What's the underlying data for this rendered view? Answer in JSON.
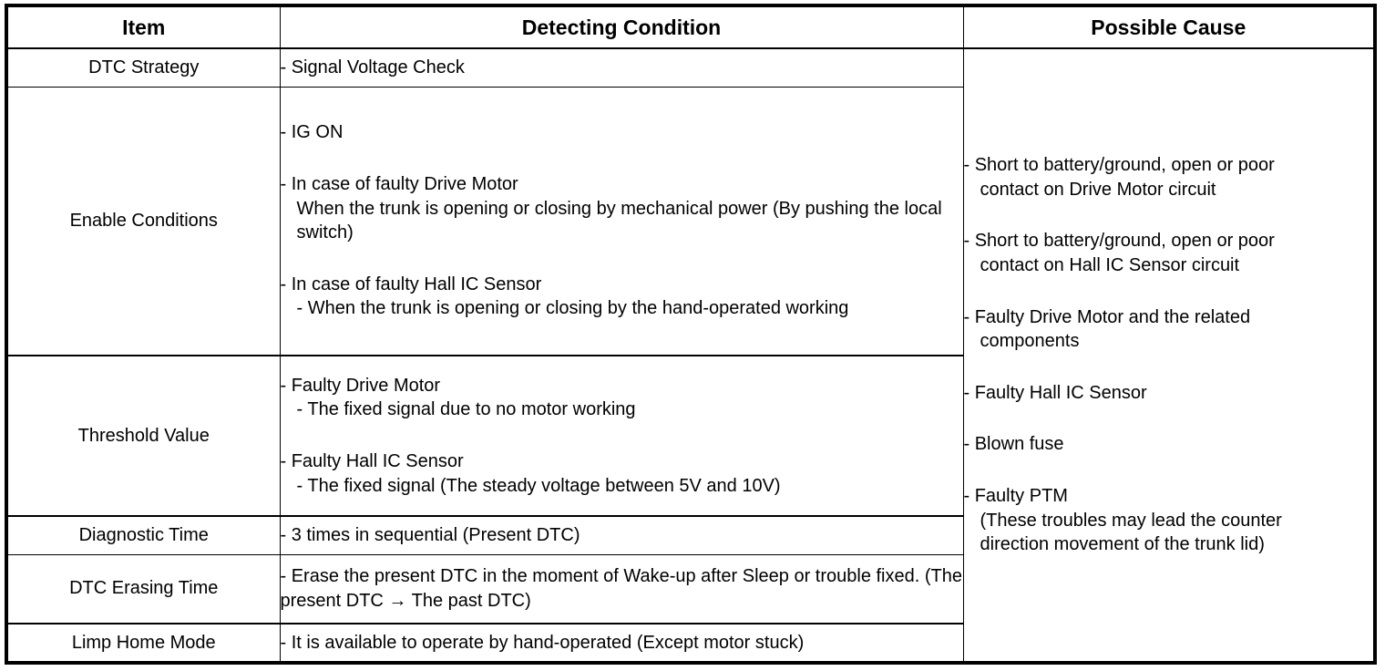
{
  "table": {
    "headers": {
      "item": "Item",
      "detecting_condition": "Detecting Condition",
      "possible_cause": "Possible Cause"
    },
    "rows": [
      {
        "item": "DTC Strategy",
        "condition": {
          "blocks": [
            {
              "bullet": "-  Signal Voltage Check",
              "lines": []
            }
          ]
        }
      },
      {
        "item": "Enable Conditions",
        "condition": {
          "blocks": [
            {
              "bullet": "-  IG ON",
              "lines": []
            },
            {
              "bullet": "-  In case of faulty Drive Motor",
              "lines": [
                "When the trunk is opening or closing by mechanical power (By pushing the local switch)"
              ]
            },
            {
              "bullet": "-  In case of faulty Hall IC Sensor",
              "lines": [
                "-  When the trunk is opening or closing by the hand-operated working"
              ]
            }
          ]
        }
      },
      {
        "item": "Threshold Value",
        "condition": {
          "blocks": [
            {
              "bullet": "-  Faulty Drive Motor",
              "lines": [
                "-  The fixed signal due to no motor working"
              ]
            },
            {
              "bullet": "-  Faulty Hall IC Sensor",
              "lines": [
                "-  The fixed signal (The steady voltage between 5V and 10V)"
              ]
            }
          ]
        }
      },
      {
        "item": "Diagnostic Time",
        "condition": {
          "blocks": [
            {
              "bullet": "-  3 times in sequential (Present DTC)",
              "lines": []
            }
          ]
        }
      },
      {
        "item": "DTC Erasing Time",
        "condition": {
          "blocks": [
            {
              "bullet": "-  Erase the present DTC in the moment of Wake-up after Sleep or trouble fixed. (The present DTC → The past DTC)",
              "lines": []
            }
          ]
        }
      },
      {
        "item": "Limp Home Mode",
        "condition": {
          "blocks": [
            {
              "bullet": "-  It is available to operate by hand-operated (Except motor stuck)",
              "lines": []
            }
          ]
        }
      }
    ],
    "possible_cause": {
      "items": [
        {
          "bullet": "-  Short to battery/ground, open or poor",
          "lines": [
            "contact on Drive Motor circuit"
          ]
        },
        {
          "bullet": "-  Short to battery/ground, open or poor",
          "lines": [
            "contact on Hall IC Sensor circuit"
          ]
        },
        {
          "bullet": "-  Faulty Drive Motor and the related",
          "lines": [
            "components"
          ]
        },
        {
          "bullet": "-  Faulty Hall IC Sensor",
          "lines": []
        },
        {
          "bullet": "-  Blown fuse",
          "lines": []
        },
        {
          "bullet": "-  Faulty PTM",
          "lines": [
            "(These troubles may lead the counter",
            "direction movement of the trunk lid)"
          ]
        }
      ]
    },
    "colors": {
      "border": "#000000",
      "text": "#000000",
      "background": "#ffffff"
    }
  }
}
